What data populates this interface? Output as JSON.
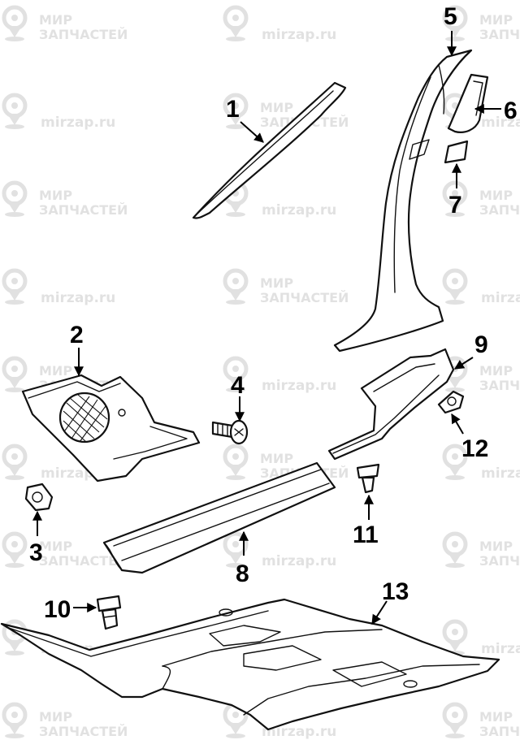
{
  "watermark": {
    "line1": "МИР",
    "line2": "ЗАПЧАСТЕЙ",
    "site": "mirzap.ru"
  },
  "callouts": [
    {
      "id": "1",
      "text": "1"
    },
    {
      "id": "2",
      "text": "2"
    },
    {
      "id": "3",
      "text": "3"
    },
    {
      "id": "4",
      "text": "4"
    },
    {
      "id": "5",
      "text": "5"
    },
    {
      "id": "6",
      "text": "6"
    },
    {
      "id": "7",
      "text": "7"
    },
    {
      "id": "8",
      "text": "8"
    },
    {
      "id": "9",
      "text": "9"
    },
    {
      "id": "10",
      "text": "10"
    },
    {
      "id": "11",
      "text": "11"
    },
    {
      "id": "12",
      "text": "12"
    },
    {
      "id": "13",
      "text": "13"
    }
  ]
}
